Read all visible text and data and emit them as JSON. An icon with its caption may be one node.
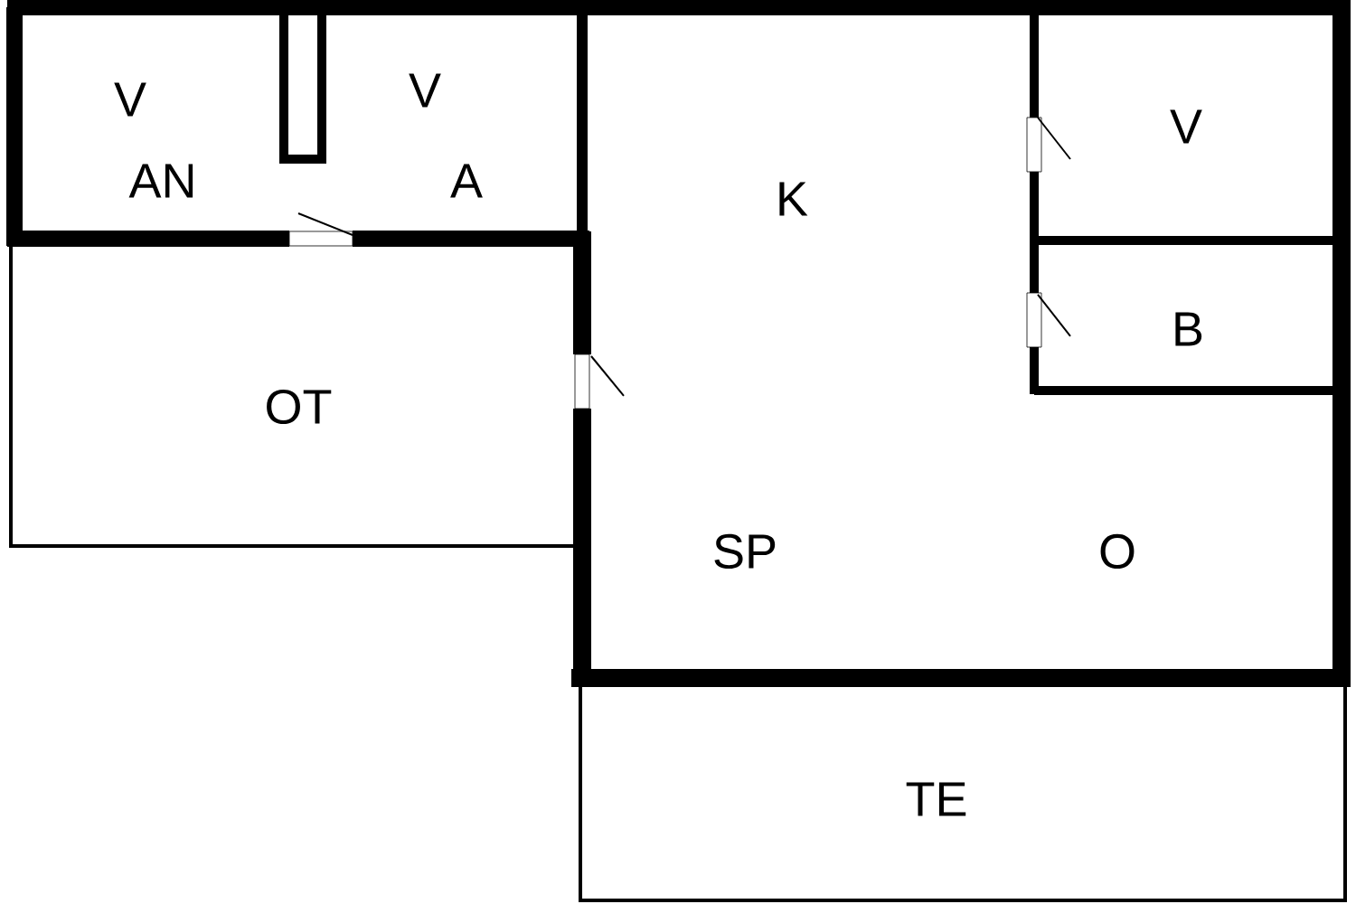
{
  "diagram": {
    "labels": [
      "V",
      "V",
      "V",
      "AN",
      "A",
      "K",
      "B",
      "OT",
      "SP",
      "O",
      "TE"
    ]
  }
}
